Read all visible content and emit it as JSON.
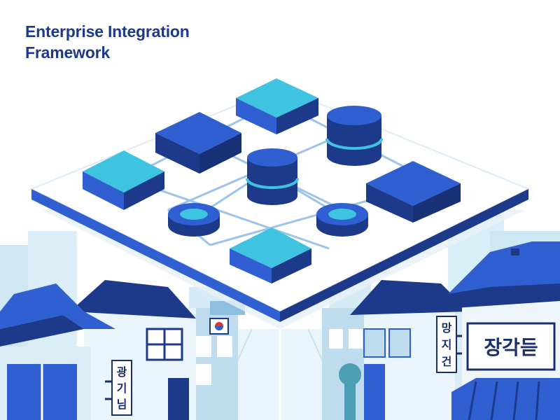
{
  "title": {
    "line1": "Enterprise Integration",
    "line2": "Framework"
  },
  "signs": {
    "left_vertical": [
      "광",
      "기",
      "님"
    ],
    "right_vertical": [
      "망",
      "지",
      "건"
    ],
    "right_horizontal": "장각듣"
  },
  "colors": {
    "navy": "#1d3a8a",
    "blue": "#2f5fd0",
    "cyan": "#3ec3e0",
    "light": "#cfe6f3",
    "flag_red": "#d93434"
  },
  "icons": [
    "flag-icon"
  ]
}
